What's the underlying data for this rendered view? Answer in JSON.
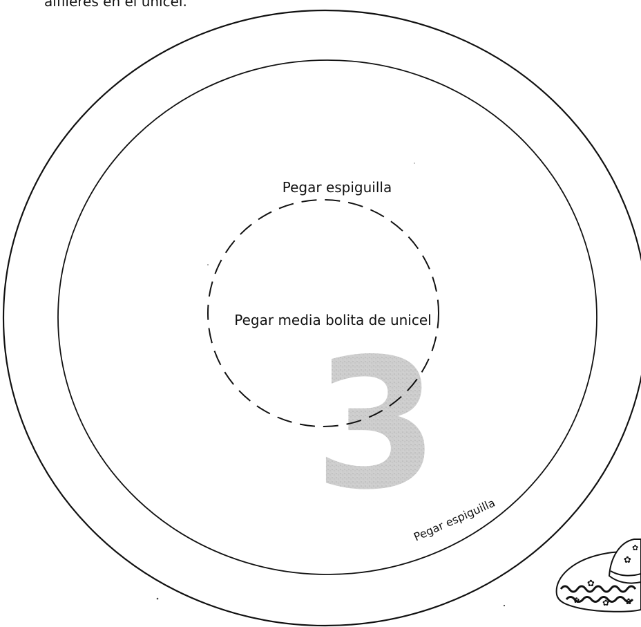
{
  "header_fragment": "alfileres en el unicel.",
  "labels": {
    "inner_top": "Pegar espiguilla",
    "center": "Pegar media bolita de unicel",
    "outer_ring": "Pegar espiguilla"
  },
  "page_number": "3",
  "colors": {
    "line": "#111111",
    "page_number": "#bdbdbd"
  },
  "decoration": {
    "icon": "sombrero-icon"
  }
}
